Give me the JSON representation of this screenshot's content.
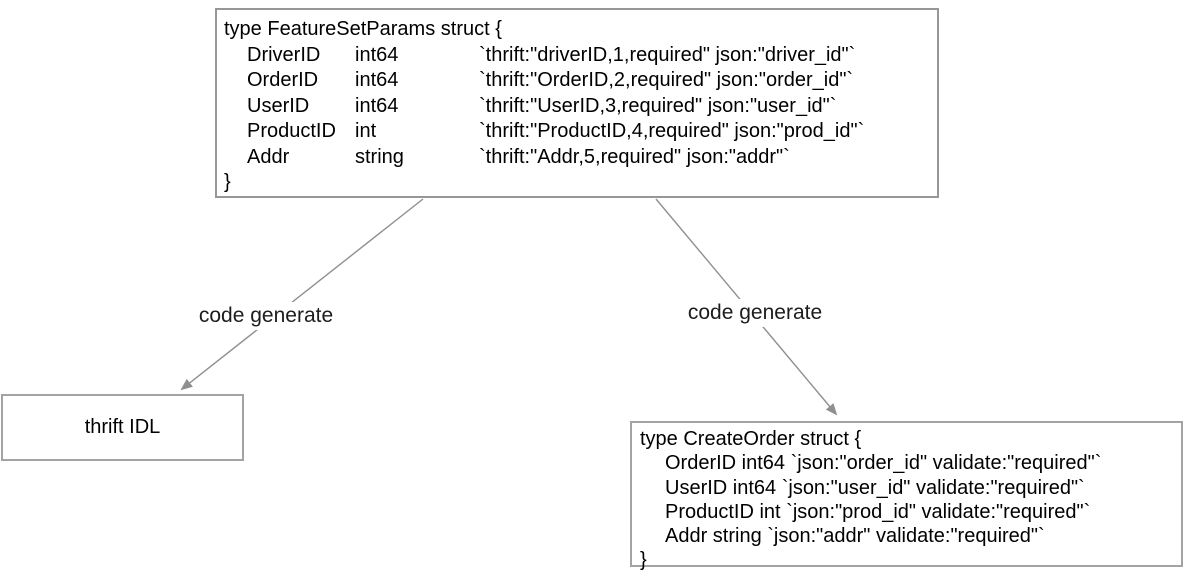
{
  "colors": {
    "background": "#ffffff",
    "box_border": "#979797",
    "arrow": "#8f8f8f",
    "text": "#000000"
  },
  "featureset_struct": {
    "header": "type FeatureSetParams struct {",
    "fields": [
      {
        "name": "DriverID",
        "type": "int64",
        "tag": "`thrift:\"driverID,1,required\" json:\"driver_id\"`"
      },
      {
        "name": "OrderID",
        "type": "int64",
        "tag": "`thrift:\"OrderID,2,required\" json:\"order_id\"`"
      },
      {
        "name": "UserID",
        "type": "int64",
        "tag": "`thrift:\"UserID,3,required\" json:\"user_id\"`"
      },
      {
        "name": "ProductID",
        "type": "int",
        "tag": "`thrift:\"ProductID,4,required\" json:\"prod_id\"`"
      },
      {
        "name": "Addr",
        "type": "string",
        "tag": "`thrift:\"Addr,5,required\" json:\"addr\"`"
      }
    ],
    "footer": "}"
  },
  "createorder_struct": {
    "header": "type CreateOrder struct {",
    "lines": [
      "OrderID int64 `json:\"order_id\" validate:\"required\"`",
      "UserID int64 `json:\"user_id\" validate:\"required\"`",
      "ProductID int `json:\"prod_id\" validate:\"required\"`",
      "Addr string `json:\"addr\" validate:\"required\"`"
    ],
    "footer": "}"
  },
  "thrift_idl_box": {
    "label": "thrift IDL"
  },
  "arrows": {
    "left_label": "code generate",
    "right_label": "code generate"
  }
}
